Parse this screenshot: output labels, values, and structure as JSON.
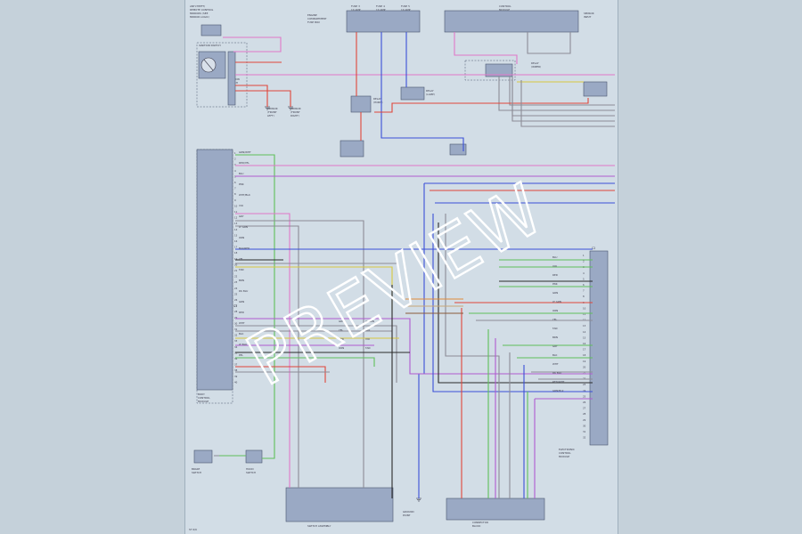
{
  "watermark": "PREVIEW",
  "page_id": "ST 6/6",
  "top_row": {
    "left_note": [
      "ANTI-THEFT/",
      "REMOTE CONTROL",
      "MIRRORS (SEE",
      "MIRROR LOGIC)"
    ],
    "fuse_blocks": [
      {
        "label": [
          "FUSE 3",
          "10 AMP"
        ]
      },
      {
        "label": [
          "FUSE 4",
          "10 AMP"
        ]
      },
      {
        "label": [
          "FUSE 5",
          "10 AMP"
        ]
      }
    ],
    "fuse_caption": [
      "ENGINE",
      "COMPARTMENT",
      "FUSE BOX"
    ],
    "right_block": {
      "label": [
        "CONTROL",
        "MODULE"
      ]
    },
    "right_note": [
      "SENSOR",
      "INPUT"
    ]
  },
  "components": {
    "ignition_switch": [
      "IGNITION SWITCH"
    ],
    "ignition_switch_caption": [
      "IGNITION",
      "SWITCH"
    ],
    "sensor_a": [
      "SENSOR",
      "(FRONT",
      "LEFT)"
    ],
    "sensor_b": [
      "SENSOR",
      "(FRONT",
      "RIGHT)"
    ],
    "module_left": [
      "BODY",
      "CONTROL",
      "MODULE"
    ],
    "relay_left": [
      "RELAY",
      "(HORN)"
    ],
    "relay_mid": [
      "RELAY",
      "(LAMP)"
    ],
    "relay_right": [
      "RELAY",
      "(WIPER)"
    ],
    "bottom_left_switch": [
      "BRAKE",
      "SWITCH"
    ],
    "bottom_left_switch2": [
      "HOOD",
      "SWITCH"
    ],
    "bottom_center_block": [
      "SWITCH ASSEMBLY"
    ],
    "bottom_ground": [
      "GROUND",
      "POINT"
    ],
    "bottom_right_block": [
      "CONNECTOR",
      "BLOCK"
    ],
    "right_module": [
      "ELECTRONIC",
      "CONTROL",
      "MODULE"
    ]
  },
  "left_connector": {
    "label": "C1",
    "pins": [
      "1",
      "2",
      "3",
      "4",
      "5",
      "6",
      "7",
      "8",
      "9",
      "10",
      "11",
      "12",
      "13",
      "14",
      "15",
      "16",
      "17",
      "18",
      "19",
      "20",
      "21",
      "22",
      "23",
      "24",
      "25",
      "26",
      "27",
      "28",
      "29",
      "30",
      "31",
      "32",
      "33",
      "34",
      "35",
      "36",
      "37",
      "38",
      "39",
      "40"
    ]
  },
  "right_connector": {
    "label": "C2",
    "pins": [
      "1",
      "2",
      "3",
      "4",
      "5",
      "6",
      "7",
      "8",
      "9",
      "10",
      "11",
      "12",
      "13",
      "14",
      "15",
      "16",
      "17",
      "18",
      "19",
      "20",
      "21",
      "22",
      "23",
      "24",
      "25",
      "26",
      "27",
      "28",
      "29",
      "30",
      "31",
      "32"
    ]
  },
  "wire_labels": {
    "left": [
      "GRN/WHT",
      "RED/YEL",
      "BLU",
      "PNK",
      "WHT/BLK",
      "VIO",
      "GRY",
      "LT GRN",
      "ORN",
      "BLK/RED",
      "YEL",
      "TAN",
      "BRN",
      "DK BLU",
      "GRN",
      "RED",
      "WHT",
      "BLK",
      "LT BLU",
      "PPL"
    ],
    "right": [
      "BLU",
      "VIO",
      "RED",
      "PNK",
      "GRN",
      "LT GRN",
      "ORN",
      "YEL",
      "TAN",
      "BRN",
      "GRY",
      "BLK",
      "WHT",
      "DK BLU",
      "RED/WHT",
      "GRN/BLK"
    ],
    "mid": [
      "GRY",
      "LT GRN",
      "YEL",
      "BLK",
      "RED",
      "VIO",
      "ORN",
      "TAN"
    ]
  },
  "colors": {
    "red": "#e0453a",
    "blue": "#3a4fd8",
    "green": "#5fc05a",
    "violet": "#b05ad0",
    "pink": "#e078c8",
    "gray": "#8c8c96",
    "black": "#2a2a2a",
    "yellow": "#d8c840",
    "orange": "#e08a3a",
    "tan": "#c8a878",
    "lightblue": "#5a8ad8",
    "brown": "#8a5a3a"
  }
}
